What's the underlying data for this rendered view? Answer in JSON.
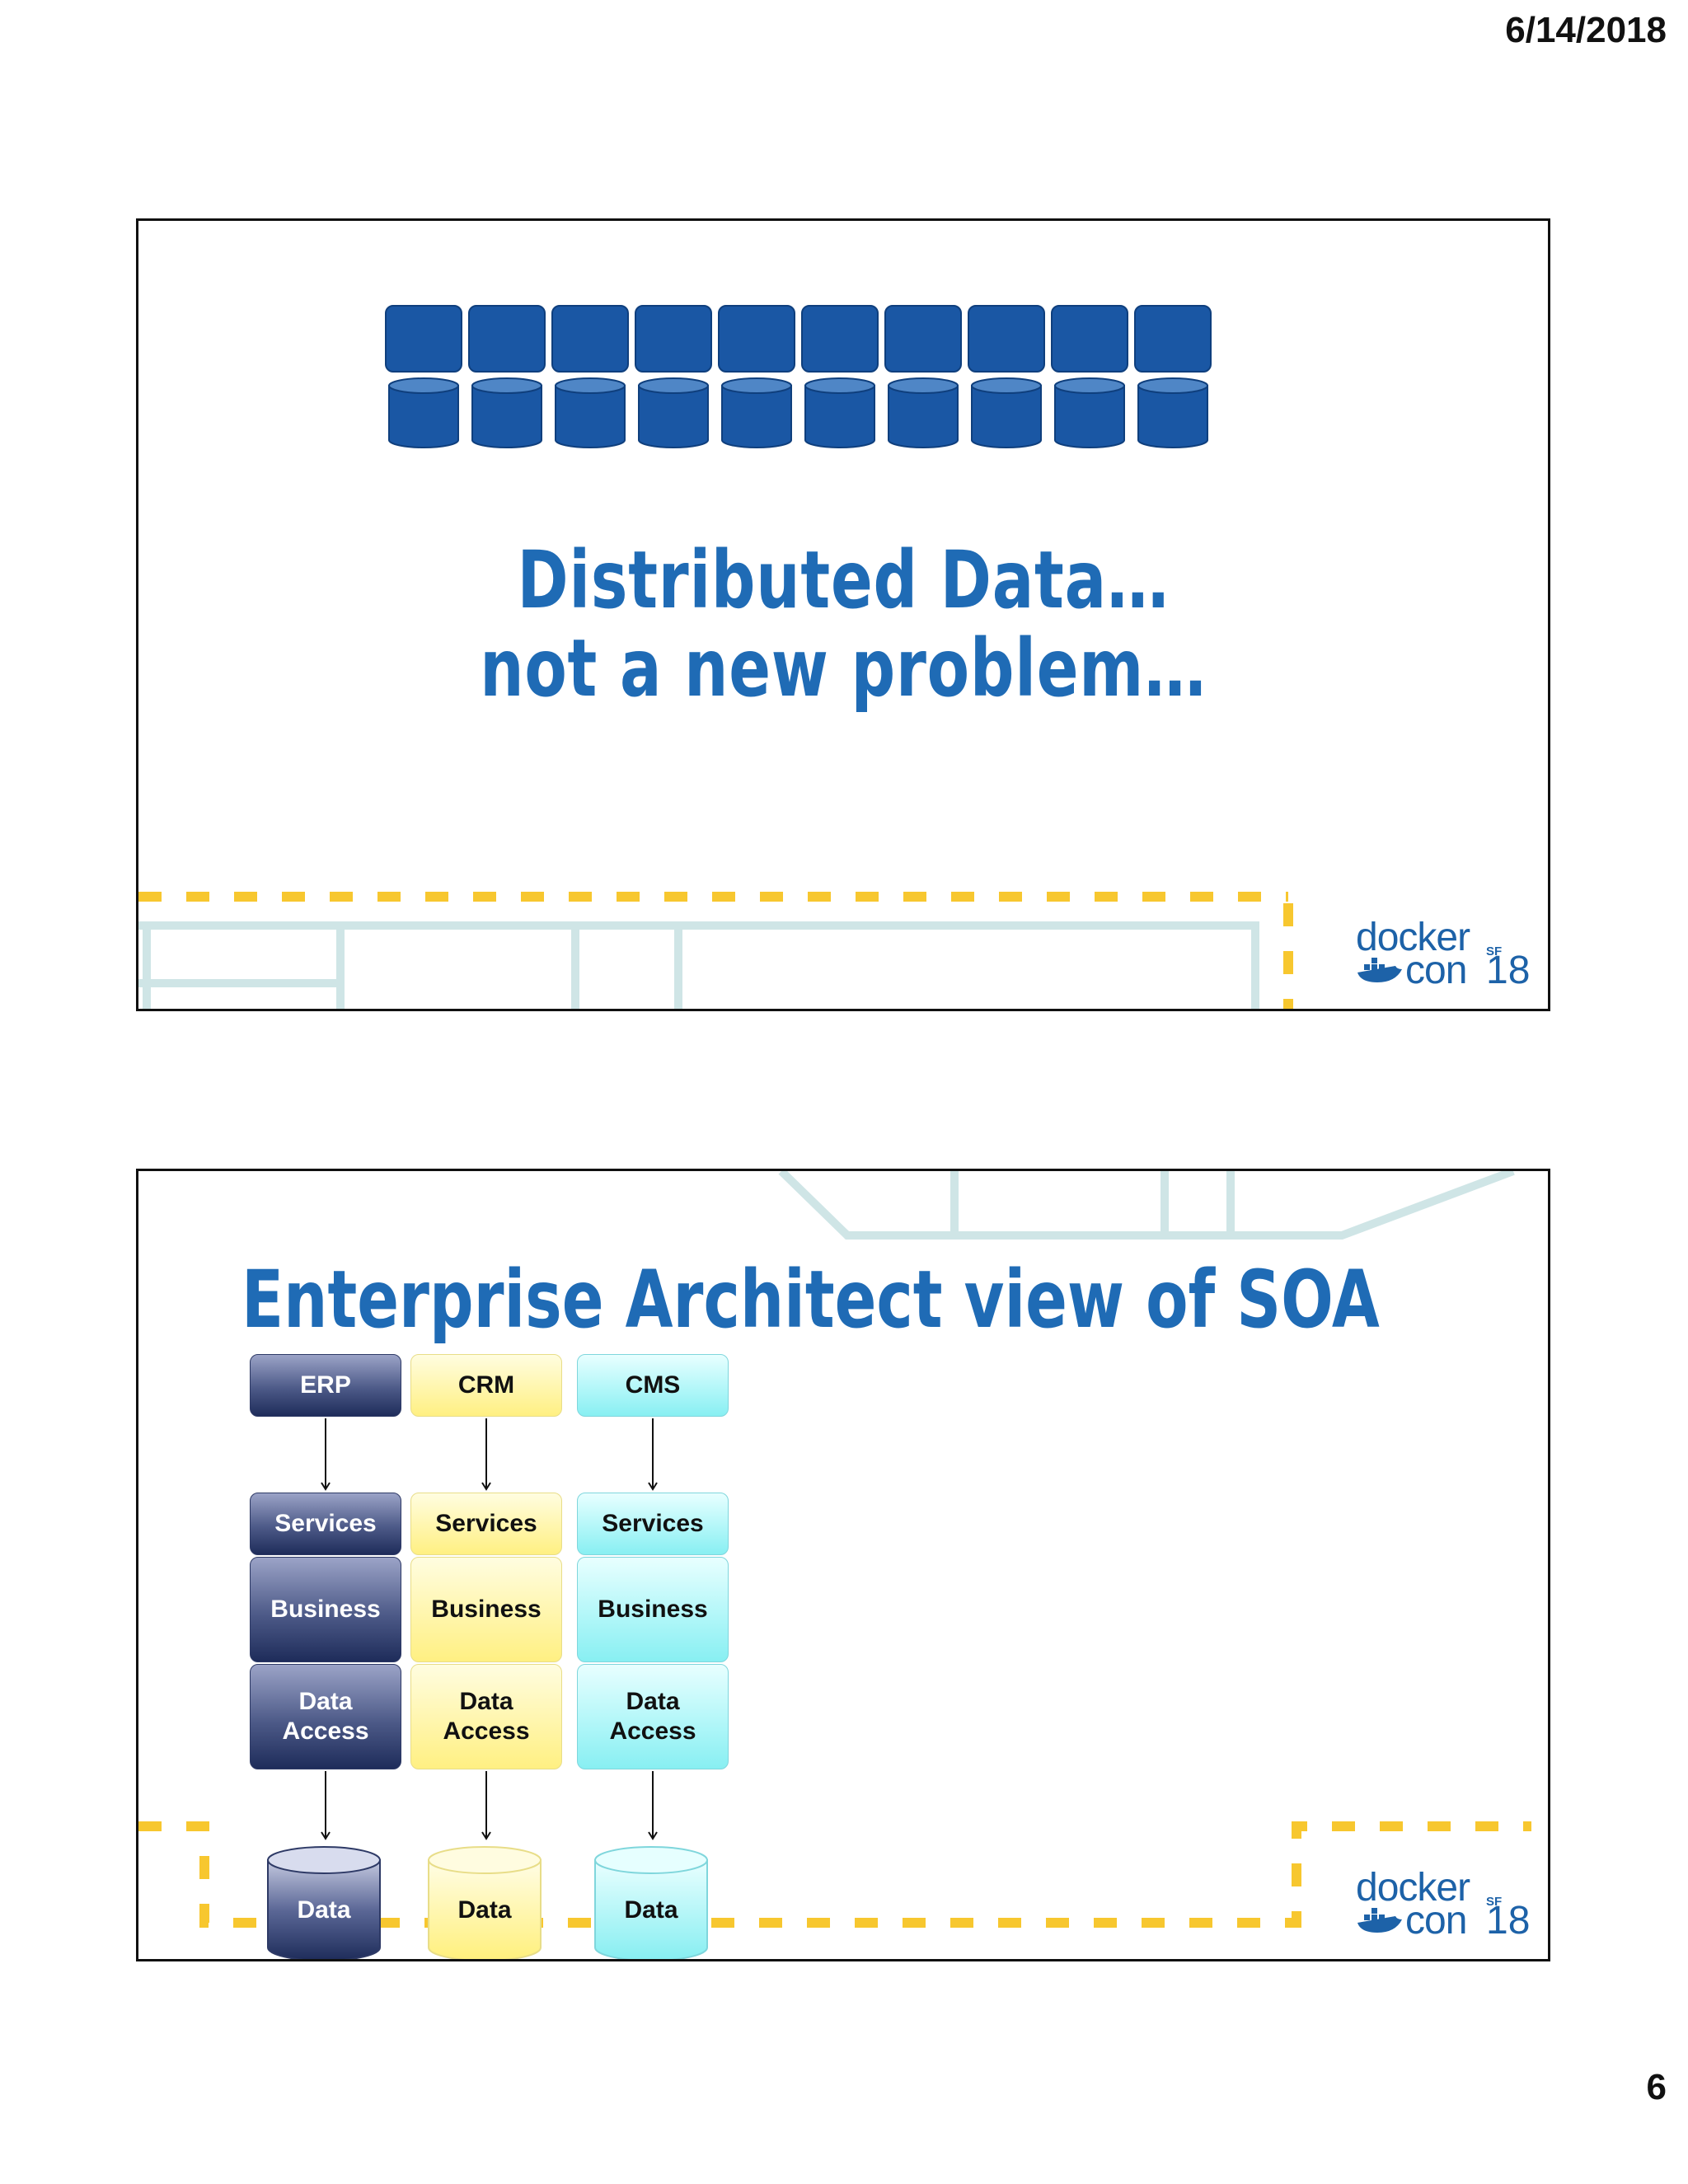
{
  "page": {
    "date": "6/14/2018",
    "number": "6"
  },
  "slide1": {
    "title_line1": "Distributed Data…",
    "title_line2": "not a new problem…",
    "logo": {
      "word1": "docker",
      "word2": "con",
      "badge": "SF",
      "year": "18"
    }
  },
  "slide2": {
    "title": "Enterprise Architect view of SOA",
    "columns": [
      {
        "app": "ERP",
        "services": "Services",
        "business": "Business",
        "data_access": [
          "Data",
          "Access"
        ],
        "data": "Data"
      },
      {
        "app": "CRM",
        "services": "Services",
        "business": "Business",
        "data_access": [
          "Data",
          "Access"
        ],
        "data": "Data"
      },
      {
        "app": "CMS",
        "services": "Services",
        "business": "Business",
        "data_access": [
          "Data",
          "Access"
        ],
        "data": "Data"
      }
    ],
    "logo": {
      "word1": "docker",
      "word2": "con",
      "badge": "SF",
      "year": "18"
    }
  },
  "colors": {
    "accent": "#1f6bb5",
    "tile": "#1a57a4",
    "dash": "#f7c72f",
    "line": "#cfe5e6"
  }
}
